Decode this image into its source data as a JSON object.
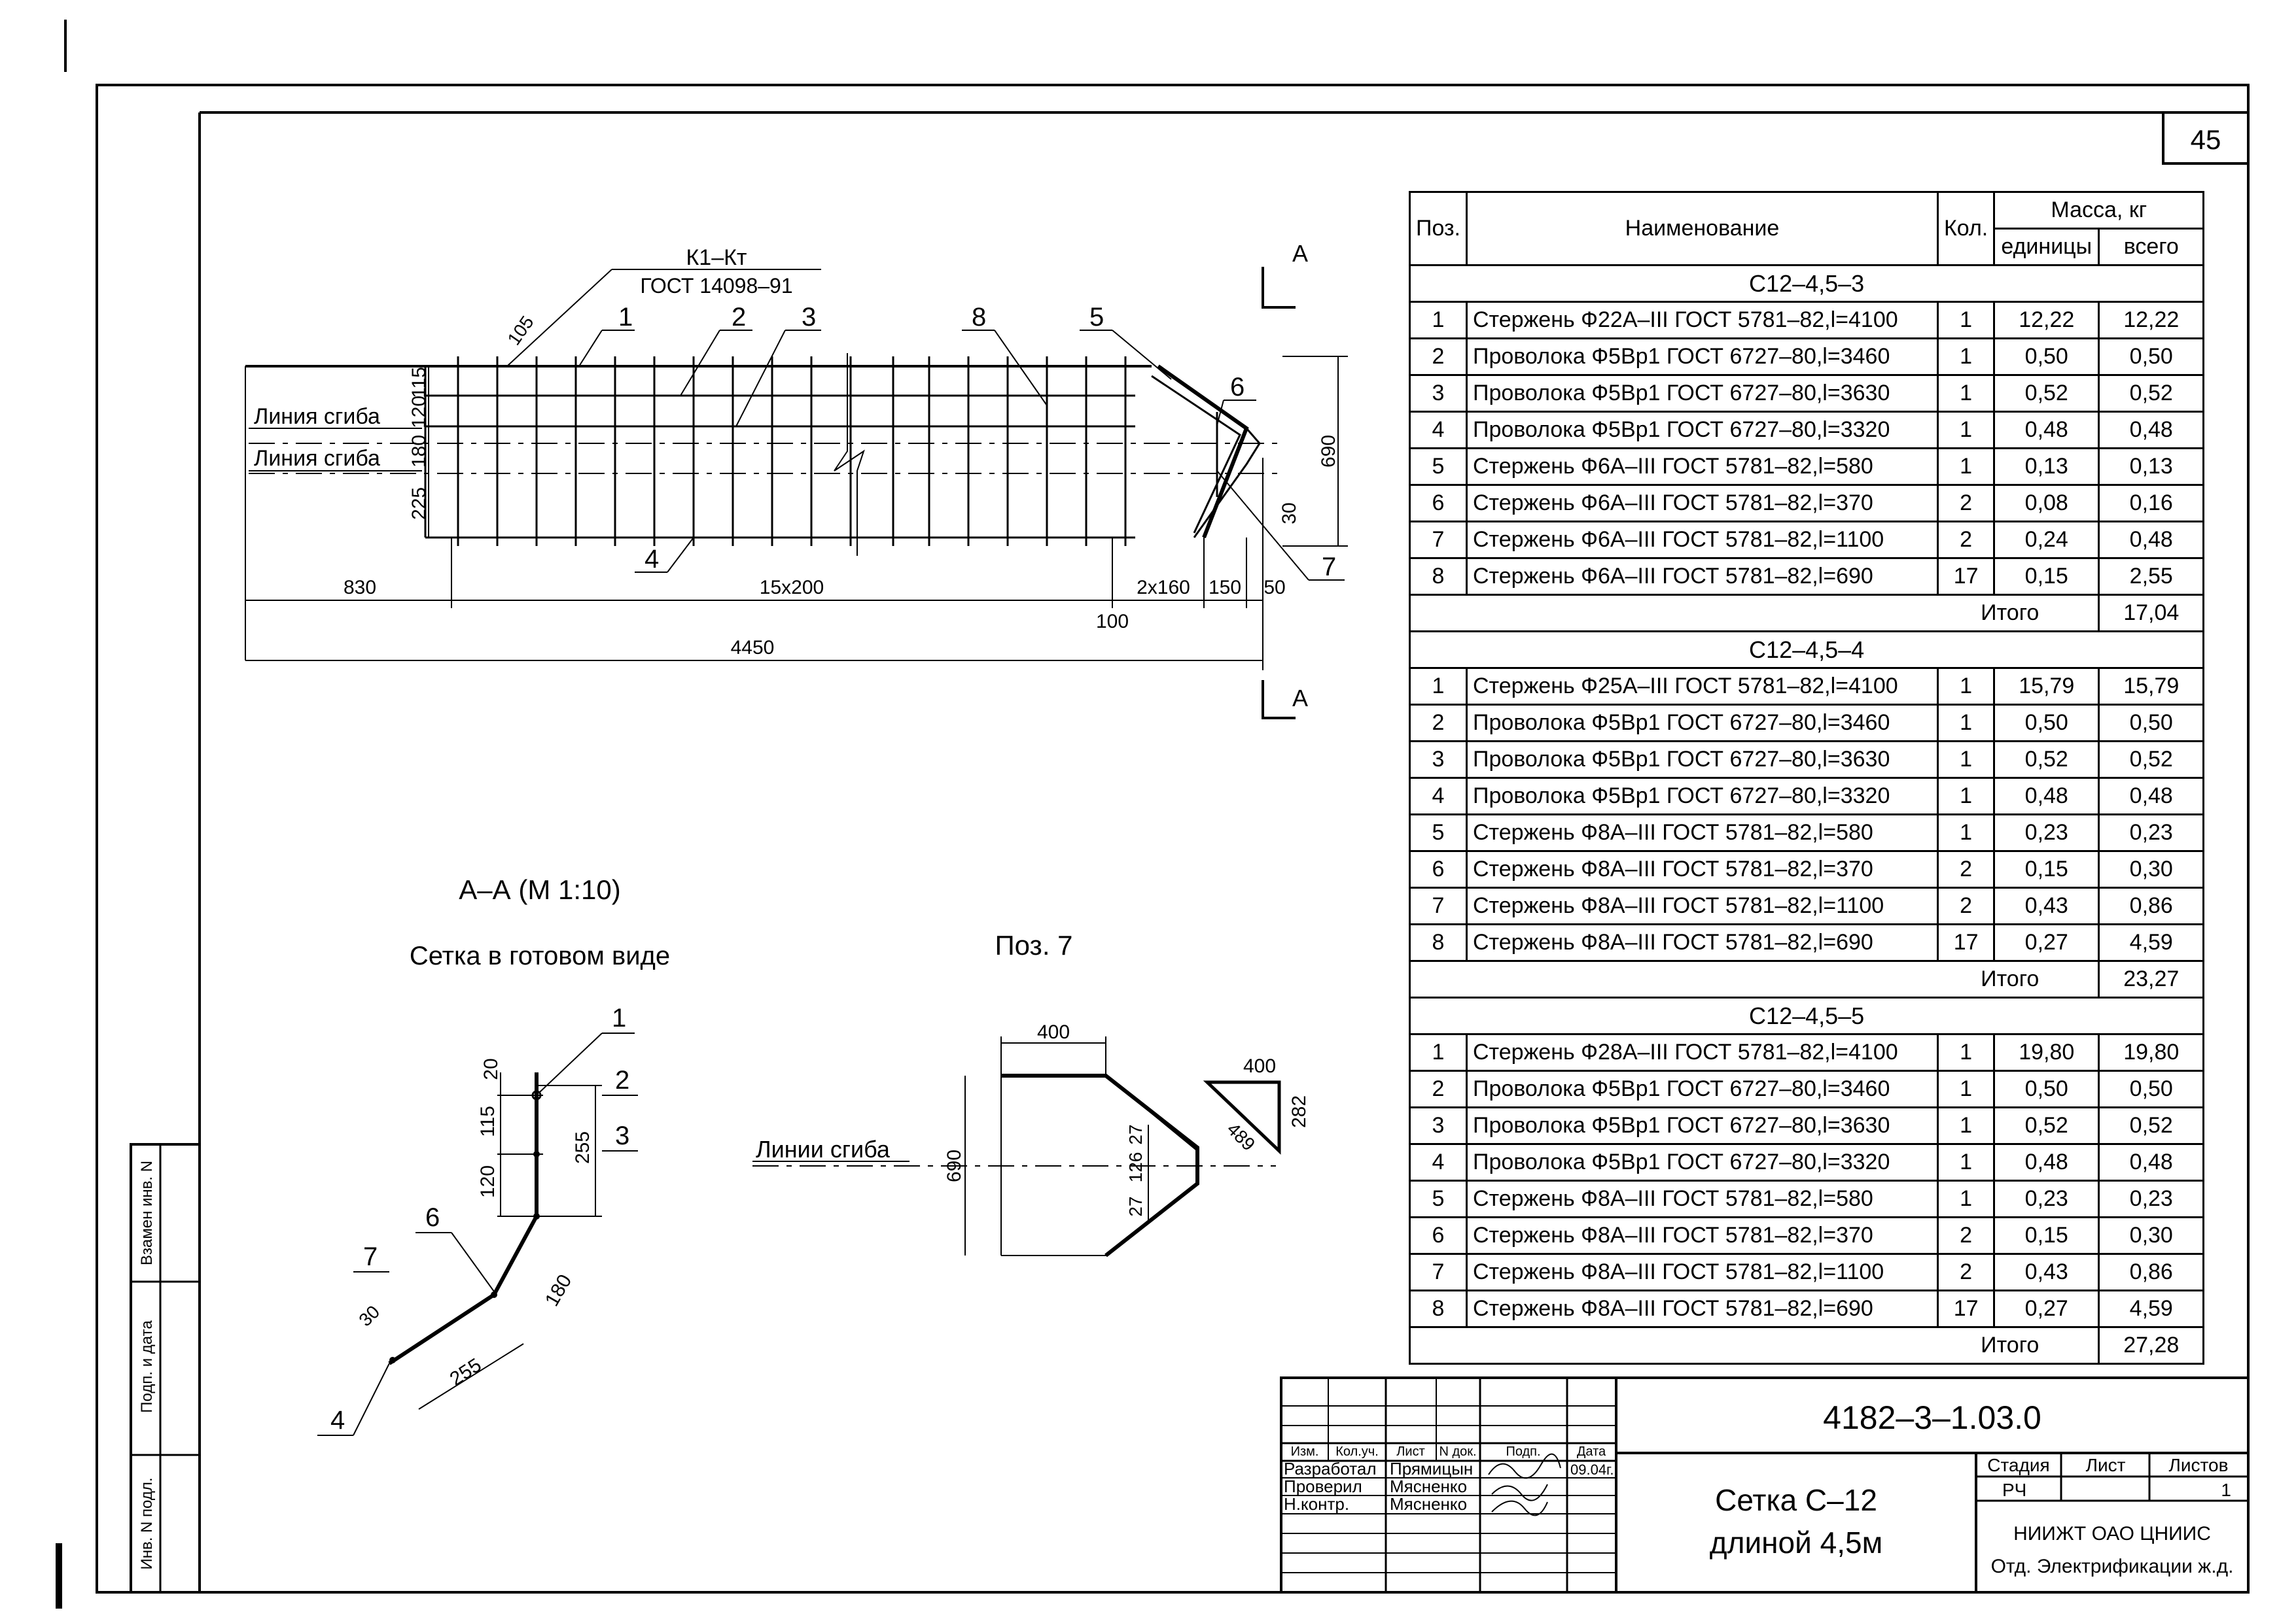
{
  "sheet_number": "45",
  "view_marker": "А",
  "main_drawing": {
    "weld_note_line1": "К1–Кт",
    "weld_note_line2": "ГОСТ 14098–91",
    "bend_line_label": "Линия  сгиба",
    "positions": [
      "1",
      "2",
      "3",
      "4",
      "5",
      "6",
      "7",
      "8"
    ],
    "dims": {
      "d105": "105",
      "d115": "115",
      "d120": "120",
      "d180": "180",
      "d225": "225",
      "d690": "690",
      "d30": "30",
      "d830": "830",
      "d15x200": "15x200",
      "d100": "100",
      "d2x160": "2x160",
      "d150": "150",
      "d50": "50",
      "d4450": "4450"
    }
  },
  "section": {
    "title": "А–А (М 1:10)",
    "subtitle": "Сетка в готовом виде",
    "positions": [
      "1",
      "2",
      "3",
      "4",
      "6",
      "7"
    ],
    "dims": {
      "d20": "20",
      "d115": "115",
      "d120": "120",
      "d255a": "255",
      "d180": "180",
      "d255b": "255",
      "d30": "30"
    }
  },
  "pos7": {
    "title": "Поз. 7",
    "bend_lines_label": "Линии сгиба",
    "dims": {
      "d400": "400",
      "d690": "690",
      "d27a": "27",
      "d126": "126",
      "d27b": "27"
    },
    "tri": {
      "d400": "400",
      "d282": "282",
      "d489": "489"
    }
  },
  "table": {
    "headers": {
      "pos": "Поз.",
      "name": "Наименование",
      "qty": "Кол.",
      "mass": "Масса, кг",
      "unit": "единицы",
      "total": "всего"
    },
    "total_label": "Итого",
    "groups": [
      {
        "title": "С12–4,5–3",
        "rows": [
          [
            "1",
            "Стержень  Ф22А–III  ГОСТ 5781–82,l=4100",
            "1",
            "12,22",
            "12,22"
          ],
          [
            "2",
            "Проволока  Ф5Вр1  ГОСТ 6727–80,l=3460",
            "1",
            "0,50",
            "0,50"
          ],
          [
            "3",
            "Проволока  Ф5Вр1  ГОСТ 6727–80,l=3630",
            "1",
            "0,52",
            "0,52"
          ],
          [
            "4",
            "Проволока  Ф5Вр1  ГОСТ 6727–80,l=3320",
            "1",
            "0,48",
            "0,48"
          ],
          [
            "5",
            "Стержень  Ф6А–III  ГОСТ 5781–82,l=580",
            "1",
            "0,13",
            "0,13"
          ],
          [
            "6",
            "Стержень  Ф6А–III  ГОСТ 5781–82,l=370",
            "2",
            "0,08",
            "0,16"
          ],
          [
            "7",
            "Стержень  Ф6А–III  ГОСТ 5781–82,l=1100",
            "2",
            "0,24",
            "0,48"
          ],
          [
            "8",
            "Стержень  Ф6А–III  ГОСТ 5781–82,l=690",
            "17",
            "0,15",
            "2,55"
          ]
        ],
        "total": "17,04"
      },
      {
        "title": "С12–4,5–4",
        "rows": [
          [
            "1",
            "Стержень  Ф25А–III  ГОСТ 5781–82,l=4100",
            "1",
            "15,79",
            "15,79"
          ],
          [
            "2",
            "Проволока  Ф5Вр1  ГОСТ 6727–80,l=3460",
            "1",
            "0,50",
            "0,50"
          ],
          [
            "3",
            "Проволока  Ф5Вр1  ГОСТ 6727–80,l=3630",
            "1",
            "0,52",
            "0,52"
          ],
          [
            "4",
            "Проволока  Ф5Вр1  ГОСТ 6727–80,l=3320",
            "1",
            "0,48",
            "0,48"
          ],
          [
            "5",
            "Стержень  Ф8А–III  ГОСТ 5781–82,l=580",
            "1",
            "0,23",
            "0,23"
          ],
          [
            "6",
            "Стержень  Ф8А–III  ГОСТ 5781–82,l=370",
            "2",
            "0,15",
            "0,30"
          ],
          [
            "7",
            "Стержень  Ф8А–III  ГОСТ 5781–82,l=1100",
            "2",
            "0,43",
            "0,86"
          ],
          [
            "8",
            "Стержень  Ф8А–III  ГОСТ 5781–82,l=690",
            "17",
            "0,27",
            "4,59"
          ]
        ],
        "total": "23,27"
      },
      {
        "title": "С12–4,5–5",
        "rows": [
          [
            "1",
            "Стержень  Ф28А–III  ГОСТ 5781–82,l=4100",
            "1",
            "19,80",
            "19,80"
          ],
          [
            "2",
            "Проволока  Ф5Вр1  ГОСТ 6727–80,l=3460",
            "1",
            "0,50",
            "0,50"
          ],
          [
            "3",
            "Проволока  Ф5Вр1  ГОСТ 6727–80,l=3630",
            "1",
            "0,52",
            "0,52"
          ],
          [
            "4",
            "Проволока  Ф5Вр1  ГОСТ 6727–80,l=3320",
            "1",
            "0,48",
            "0,48"
          ],
          [
            "5",
            "Стержень  Ф8А–III  ГОСТ 5781–82,l=580",
            "1",
            "0,23",
            "0,23"
          ],
          [
            "6",
            "Стержень  Ф8А–III  ГОСТ 5781–82,l=370",
            "2",
            "0,15",
            "0,30"
          ],
          [
            "7",
            "Стержень  Ф8А–III  ГОСТ 5781–82,l=1100",
            "2",
            "0,43",
            "0,86"
          ],
          [
            "8",
            "Стержень  Ф8А–III  ГОСТ 5781–82,l=690",
            "17",
            "0,27",
            "4,59"
          ]
        ],
        "total": "27,28"
      }
    ]
  },
  "title_block": {
    "code": "4182–3–1.03.0",
    "header_cols": [
      "Изм.",
      "Кол.уч.",
      "Лист",
      "N док.",
      "Подп.",
      "Дата"
    ],
    "people": [
      {
        "role": "Разработал",
        "name": "Прямицын",
        "date": "09.04г."
      },
      {
        "role": "Проверил",
        "name": "Мясненко",
        "date": ""
      },
      {
        "role": "Н.контр.",
        "name": "Мясненко",
        "date": ""
      }
    ],
    "drawing_title_line1": "Сетка  С–12",
    "drawing_title_line2": "длиной  4,5м",
    "stage_label": "Стадия",
    "sheet_label": "Лист",
    "sheets_label": "Листов",
    "stage": "РЧ",
    "sheet": "",
    "sheets": "1",
    "org_line1": "НИИЖТ  ОАО ЦНИИС",
    "org_line2": "Отд. Электрификации ж.д."
  },
  "side_stamp": {
    "inv_sub": "Взамен инв. N",
    "sign_date": "Подп. и дата",
    "inv_orig": "Инв. N подл."
  }
}
